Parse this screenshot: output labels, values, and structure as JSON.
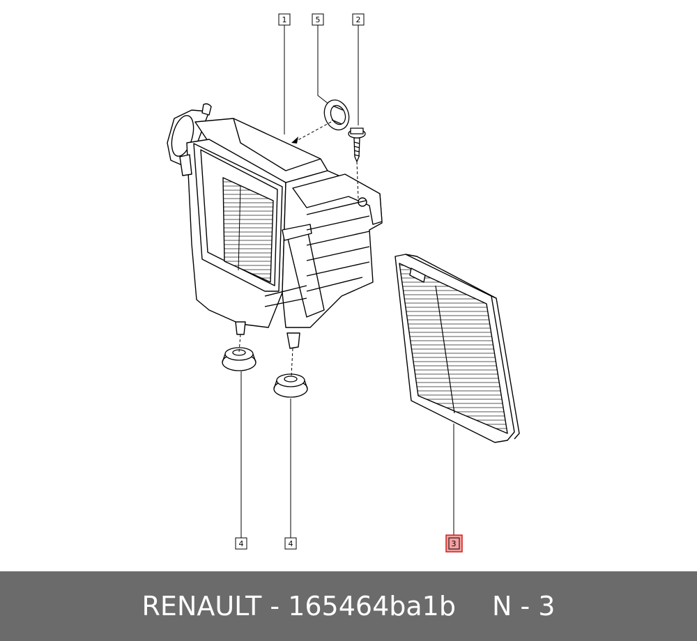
{
  "callouts": [
    {
      "number": "1",
      "part": "air filter housing",
      "highlighted": false
    },
    {
      "number": "5",
      "part": "mounting grommet",
      "highlighted": false
    },
    {
      "number": "2",
      "part": "bolt",
      "highlighted": false
    },
    {
      "number": "4",
      "part": "rubber mount (left)",
      "highlighted": false
    },
    {
      "number": "4",
      "part": "rubber mount (right)",
      "highlighted": false
    },
    {
      "number": "3",
      "part": "air filter element",
      "highlighted": true
    }
  ],
  "footer": {
    "brand_code": "RENAULT - 165464ba1b",
    "position_label": "N - 3"
  },
  "colors": {
    "footer_background": "#6b6b6b",
    "footer_text": "#ffffff",
    "highlight_fill": "#f4a0a0",
    "highlight_border": "#d21e1e",
    "line": "#000000"
  }
}
